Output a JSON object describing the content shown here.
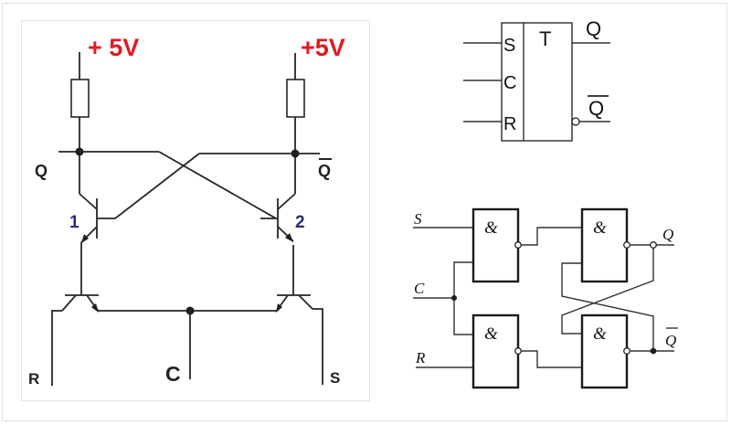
{
  "transistor_circuit": {
    "supply_left": "+ 5V",
    "supply_right": "+5V",
    "output_q": "Q",
    "output_q_bar": "Q",
    "transistor_1": "1",
    "transistor_2": "2",
    "input_r": "R",
    "input_c": "C",
    "input_s": "S",
    "colors": {
      "supply": "#e11b22",
      "transistor_numbers": "#2b2a7e"
    }
  },
  "block_symbol": {
    "type_label": "T",
    "inputs": [
      "S",
      "C",
      "R"
    ],
    "output_q": "Q",
    "output_q_bar": "Q"
  },
  "gate_circuit": {
    "input_s": "S",
    "input_c": "C",
    "input_r": "R",
    "gate_symbol": "&",
    "output_q": "Q",
    "output_q_bar": "Q",
    "gates": [
      {
        "name": "input-gate-s",
        "symbol": "&"
      },
      {
        "name": "latch-gate-q",
        "symbol": "&"
      },
      {
        "name": "input-gate-r",
        "symbol": "&"
      },
      {
        "name": "latch-gate-q-bar",
        "symbol": "&"
      }
    ]
  }
}
